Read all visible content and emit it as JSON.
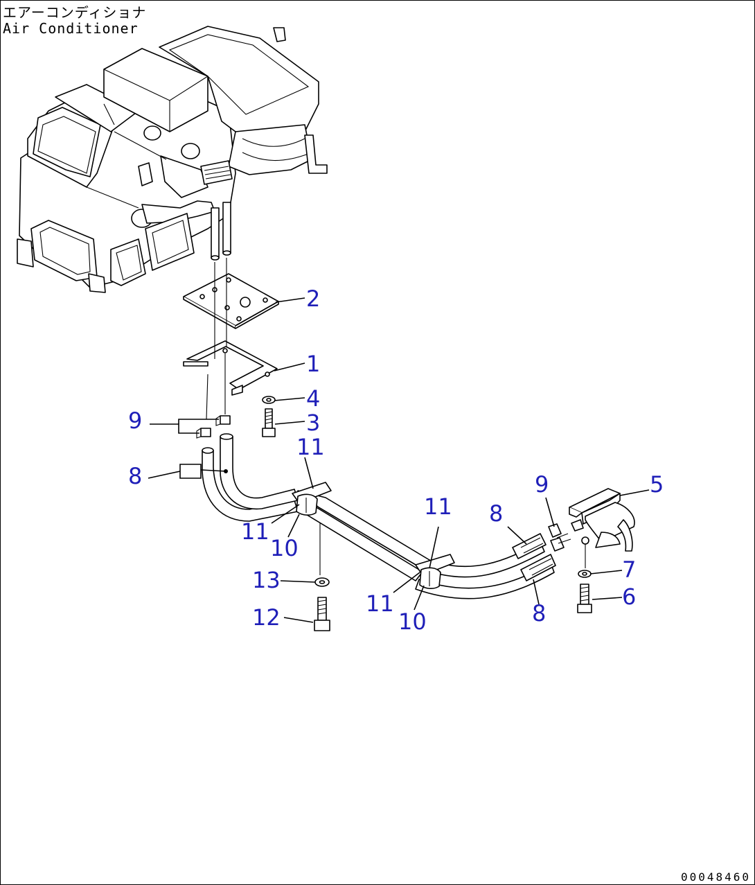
{
  "title_jp": "エアーコンディショナ",
  "title_en": "Air Conditioner",
  "drawing_number": "00048460",
  "colors": {
    "label": "#1f1fb8",
    "line": "#000000",
    "background": "#ffffff"
  },
  "callouts": {
    "c1": "1",
    "c2": "2",
    "c3": "3",
    "c4": "4",
    "c5": "5",
    "c6": "6",
    "c7": "7",
    "c8a": "8",
    "c8b": "8",
    "c8c": "8",
    "c9a": "9",
    "c9b": "9",
    "c10a": "10",
    "c10b": "10",
    "c11a": "11",
    "c11b": "11",
    "c11c": "11",
    "c11d": "11",
    "c12": "12",
    "c13": "13"
  }
}
